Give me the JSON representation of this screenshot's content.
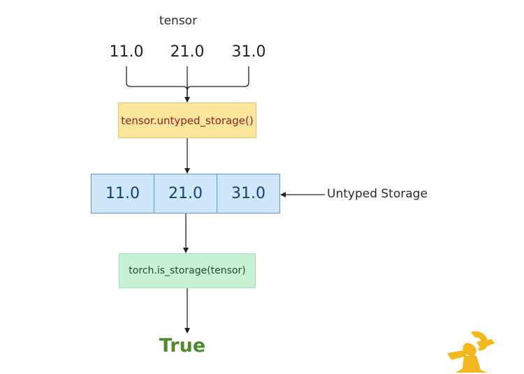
{
  "tensor": {
    "label": "tensor",
    "values": [
      "11.0",
      "21.0",
      "31.0"
    ]
  },
  "steps": {
    "untyped_call": "tensor.untyped_storage()",
    "is_storage_call": "torch.is_storage(tensor)"
  },
  "storage": {
    "cells": [
      "11.0",
      "21.0",
      "31.0"
    ],
    "label": "Untyped Storage"
  },
  "result": {
    "text": "True"
  },
  "colors": {
    "untyped_box": "#fbe69b",
    "storage_box": "#cfe6fb",
    "is_storage_box": "#c8f0d3",
    "result_text": "#4f8a2c",
    "logo": "#f2b81d"
  },
  "icons": {
    "logo": "mascot-logo-icon"
  }
}
